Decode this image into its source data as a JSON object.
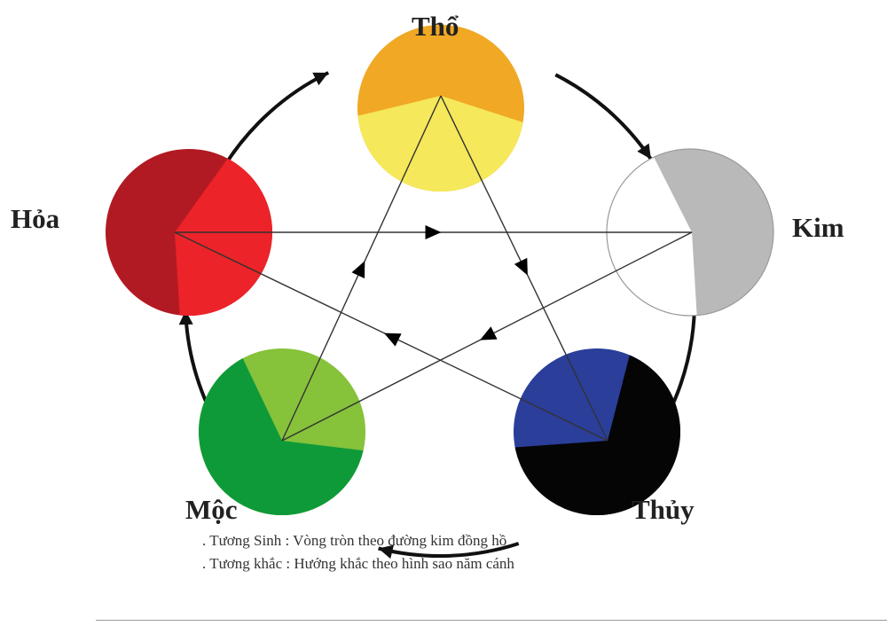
{
  "elements": [
    {
      "key": "tho",
      "label": "Thổ",
      "top": "#f0a825",
      "bottom": "#f5e85a"
    },
    {
      "key": "kim",
      "label": "Kim",
      "top": "#ffffff",
      "bottom": "#b9b9b9"
    },
    {
      "key": "thuy",
      "label": "Thủy",
      "top": "#2a3e9a",
      "bottom": "#050505"
    },
    {
      "key": "moc",
      "label": "Mộc",
      "top": "#86c23a",
      "bottom": "#0f9a3a"
    },
    {
      "key": "hoa",
      "label": "Hỏa",
      "top": "#b11a22",
      "bottom": "#ec2328"
    }
  ],
  "legend": {
    "line1": ". Tương Sinh : Vòng tròn theo đường kim đồng hồ",
    "line2": ". Tương khắc : Hướng khắc theo hình sao năm cánh"
  },
  "colors": {
    "arc_stroke": "#111111",
    "star_stroke": "#333333",
    "label_text": "#222222"
  }
}
